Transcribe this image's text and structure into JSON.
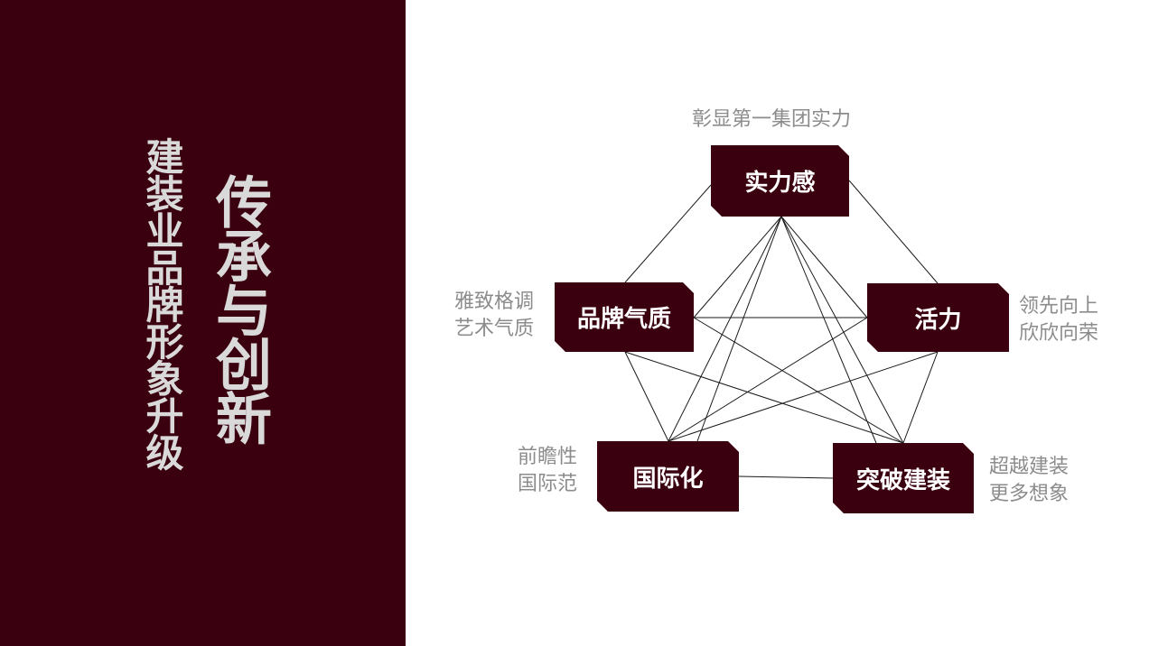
{
  "title": {
    "main": "传承与创新",
    "sub": "建装业品牌形象升级"
  },
  "colors": {
    "panel": "#3b0010",
    "node_fill": "#3b0010",
    "node_text": "#ffffff",
    "caption_text": "#8c8c8c",
    "title_text": "#d9d9d9",
    "link_line": "#1a1a1a"
  },
  "nodes": {
    "top": {
      "label": "实力感",
      "desc": [
        "彰显第一集团实力"
      ]
    },
    "left": {
      "label": "品牌气质",
      "desc": [
        "雅致格调",
        "艺术气质"
      ]
    },
    "right": {
      "label": "活力",
      "desc": [
        "领先向上",
        "欣欣向荣"
      ]
    },
    "bottom_left": {
      "label": "国际化",
      "desc": [
        "前瞻性",
        "国际范"
      ]
    },
    "bottom_right": {
      "label": "突破建装",
      "desc": [
        "超越建装",
        "更多想象"
      ]
    }
  }
}
